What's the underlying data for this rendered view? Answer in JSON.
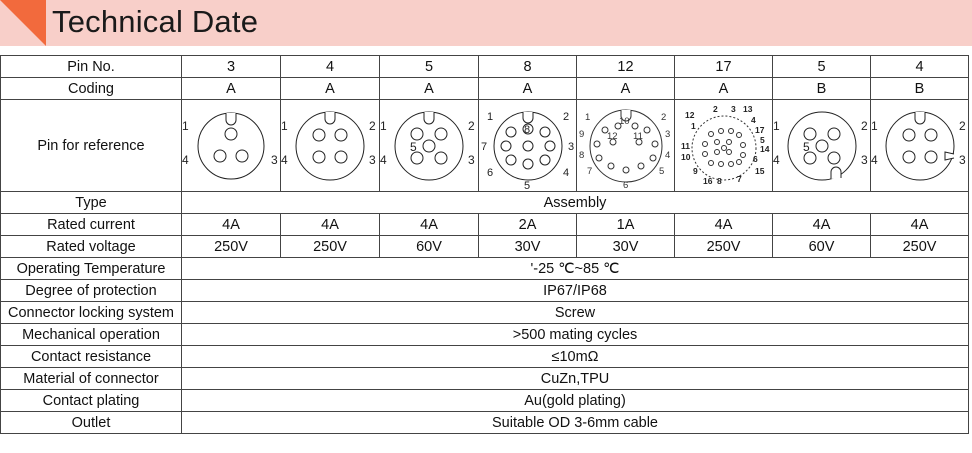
{
  "header": {
    "title": "Technical Date",
    "accent": "#f26a3d",
    "band": "#f8cfc9"
  },
  "table": {
    "pin_no": {
      "label": "Pin No.",
      "values": [
        "3",
        "4",
        "5",
        "8",
        "12",
        "17",
        "5",
        "4"
      ]
    },
    "coding": {
      "label": "Coding",
      "values": [
        "A",
        "A",
        "A",
        "A",
        "A",
        "A",
        "B",
        "B"
      ]
    },
    "pin_ref": {
      "label": "Pin for reference",
      "diagrams": [
        {
          "numbers": [
            "1",
            "4",
            "3"
          ]
        },
        {
          "numbers": [
            "1",
            "2",
            "4",
            "3"
          ]
        },
        {
          "numbers": [
            "1",
            "2",
            "5",
            "4",
            "3"
          ]
        },
        {
          "numbers": [
            "1",
            "2",
            "8",
            "7",
            "3",
            "6",
            "4",
            "5"
          ]
        },
        {
          "numbers": [
            "1",
            "2",
            "10",
            "9",
            "3",
            "12",
            "11",
            "8",
            "4",
            "7",
            "5",
            "6"
          ]
        },
        {
          "numbers": [
            "12",
            "2",
            "3",
            "13",
            "1",
            "4",
            "17",
            "5",
            "11",
            "14",
            "10",
            "6",
            "9",
            "15",
            "16",
            "8",
            "7"
          ]
        },
        {
          "numbers": [
            "1",
            "2",
            "5",
            "4",
            "3"
          ]
        },
        {
          "numbers": [
            "1",
            "2",
            "4",
            "3"
          ]
        }
      ]
    },
    "type": {
      "label": "Type",
      "value": "Assembly"
    },
    "rated_current": {
      "label": "Rated current",
      "values": [
        "4A",
        "4A",
        "4A",
        "2A",
        "1A",
        "4A",
        "4A",
        "4A"
      ]
    },
    "rated_voltage": {
      "label": "Rated voltage",
      "values": [
        "250V",
        "250V",
        "60V",
        "30V",
        "30V",
        "250V",
        "60V",
        "250V"
      ]
    },
    "operating_temperature": {
      "label": "Operating Temperature",
      "value": "'-25 ℃~85 ℃"
    },
    "degree_of_protection": {
      "label": "Degree of protection",
      "value": "IP67/IP68"
    },
    "locking_system": {
      "label": "Connector locking system",
      "value": "Screw"
    },
    "mechanical_operation": {
      "label": "Mechanical operation",
      "value": ">500 mating cycles"
    },
    "contact_resistance": {
      "label": "Contact resistance",
      "value": "≤10mΩ"
    },
    "material": {
      "label": "Material of connector",
      "value": "CuZn,TPU"
    },
    "contact_plating": {
      "label": "Contact plating",
      "value": "Au(gold plating)"
    },
    "outlet": {
      "label": "Outlet",
      "value": "Suitable OD 3-6mm cable"
    }
  }
}
